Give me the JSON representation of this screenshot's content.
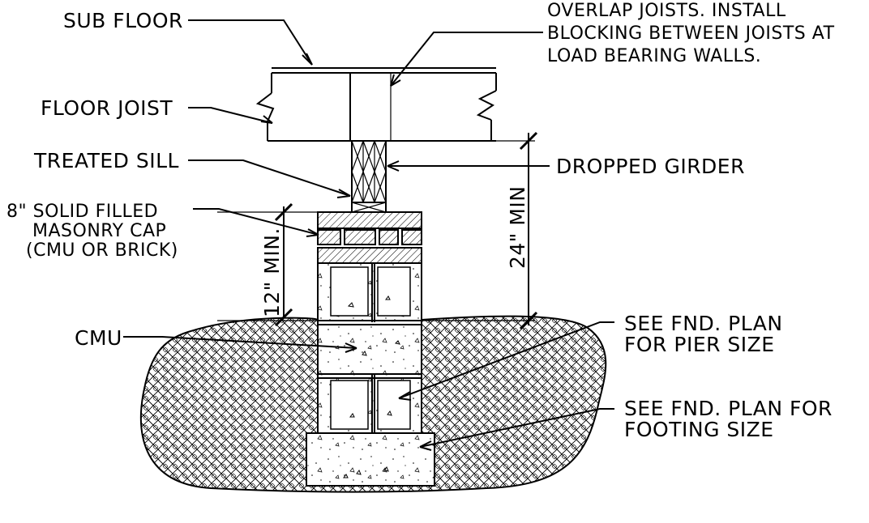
{
  "labels": {
    "sub_floor": "SUB FLOOR",
    "overlap_line1": "OVERLAP JOISTS. INSTALL",
    "overlap_line2": "BLOCKING BETWEEN JOISTS AT",
    "overlap_line3": "LOAD BEARING WALLS.",
    "floor_joist": "FLOOR JOIST",
    "treated_sill": "TREATED SILL",
    "dropped_girder": "DROPPED GIRDER",
    "cap_line1": "8\" SOLID FILLED",
    "cap_line2": "MASONRY CAP",
    "cap_line3": "(CMU OR BRICK)",
    "dim_12": "12\" MIN.",
    "dim_24": "24\" MIN",
    "cmu": "CMU",
    "pier_line1": "SEE FND. PLAN",
    "pier_line2": "FOR PIER SIZE",
    "footing_line1": "SEE FND. PLAN FOR",
    "footing_line2": "FOOTING SIZE"
  }
}
